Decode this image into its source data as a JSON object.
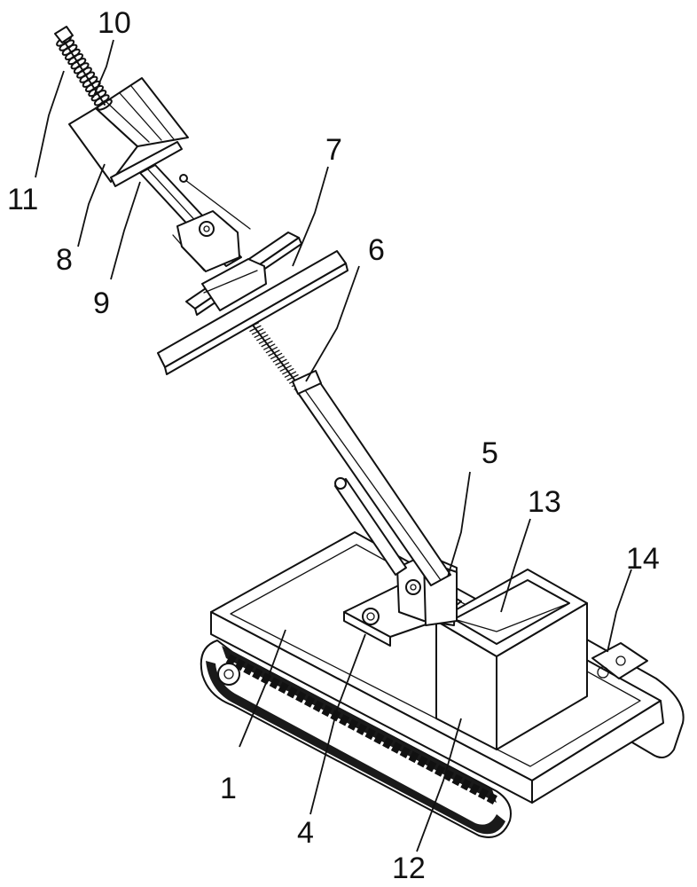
{
  "figure": {
    "labels": {
      "l1": "1",
      "l4": "4",
      "l5": "5",
      "l6": "6",
      "l7": "7",
      "l8": "8",
      "l9": "9",
      "l10": "10",
      "l11": "11",
      "l12": "12",
      "l13": "13",
      "l14": "14"
    }
  }
}
